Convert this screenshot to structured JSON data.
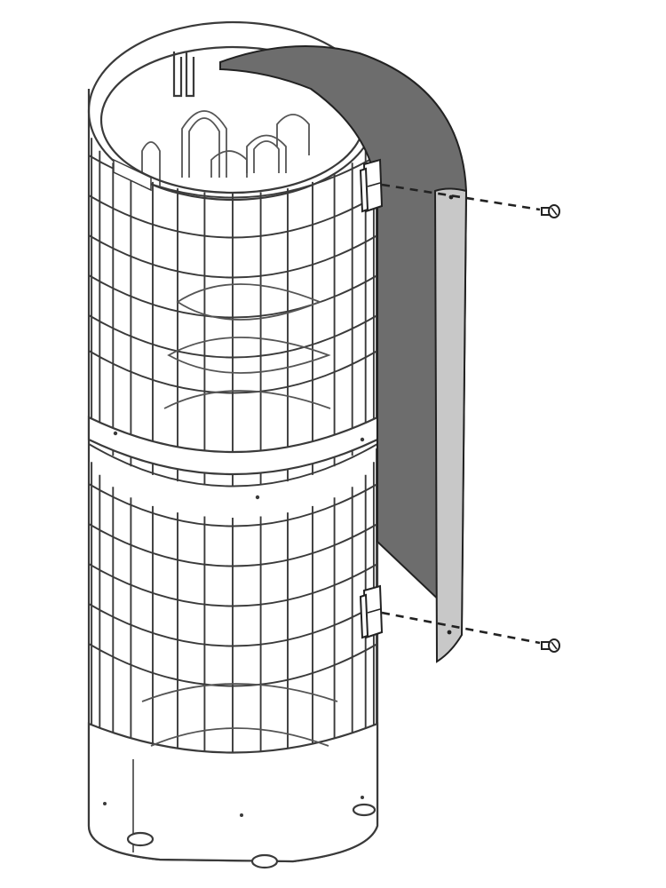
{
  "diagram": {
    "type": "exploded-assembly",
    "colors": {
      "line": "#3a3a3a",
      "shield_fill": "#6d6d6d",
      "shield_edge": "#c8c8c8",
      "background": "#ffffff"
    },
    "parts": [
      {
        "name": "heater-cylinder-grille"
      },
      {
        "name": "heating-elements"
      },
      {
        "name": "rear-shield-panel"
      },
      {
        "name": "mounting-bracket-top"
      },
      {
        "name": "mounting-bracket-bottom"
      },
      {
        "name": "screw-top"
      },
      {
        "name": "screw-bottom"
      }
    ],
    "labels": []
  }
}
